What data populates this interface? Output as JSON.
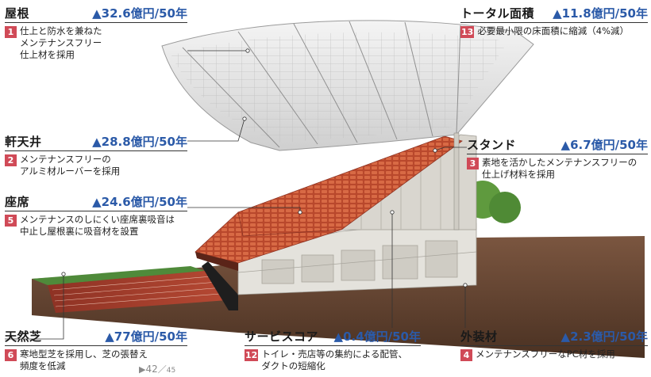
{
  "callouts": {
    "roof": {
      "title": "屋根",
      "cost": "▲32.6億円/50年",
      "num": "1",
      "desc": "仕上と防水を兼ねた\nメンテナンスフリー\n仕上材を採用"
    },
    "soffit": {
      "title": "軒天井",
      "cost": "▲28.8億円/50年",
      "num": "2",
      "desc": "メンテナンスフリーの\nアルミ材ルーバーを採用"
    },
    "seats": {
      "title": "座席",
      "cost": "▲24.6億円/50年",
      "num": "5",
      "desc": "メンテナンスのしにくい座席裏吸音は\n中止し屋根裏に吸音材を設置"
    },
    "turf": {
      "title": "天然芝",
      "cost": "▲77億円/50年",
      "num": "6",
      "desc": "寒地型芝を採用し、芝の張替え\n頻度を低減"
    },
    "total": {
      "title": "トータル面積",
      "cost": "▲11.8億円/50年",
      "num": "13",
      "desc": "必要最小限の床面積に縮減（4%減）"
    },
    "stand": {
      "title": "スタンド",
      "cost": "▲6.7億円/50年",
      "num": "3",
      "desc": "素地を活かしたメンテナンスフリーの\n仕上げ材料を採用"
    },
    "service": {
      "title": "サービスコア",
      "cost": "▲0.4億円/50年",
      "num": "12",
      "desc": "トイレ・売店等の集約による配管、\nダクトの短縮化"
    },
    "exterior": {
      "title": "外装材",
      "cost": "▲2.3億円/50年",
      "num": "4",
      "desc": "メンテナンスフリーなPC材を採用"
    }
  },
  "page_ref": {
    "marker": "▶",
    "page": "42",
    "sep": "／",
    "total": "45"
  },
  "colors": {
    "cost_blue": "#2b5aa8",
    "badge_red": "#d04a57",
    "seat_red": "#c0502f",
    "track_red": "#a33a2a",
    "turf_green": "#4f8a3a",
    "concrete": "#e4e2dc",
    "ground_brown": "#6b4a35"
  },
  "icons": [
    "triangle-decrease-icon",
    "page-arrow-icon"
  ]
}
